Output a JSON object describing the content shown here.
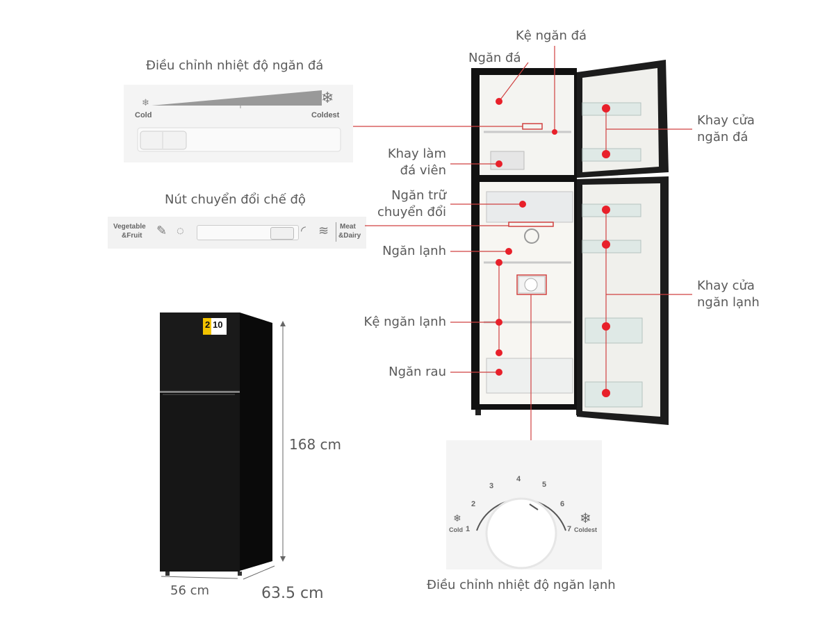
{
  "freezer_control": {
    "caption": "Điều chỉnh nhiệt độ ngăn đá",
    "cold_label": "Cold",
    "coldest_label": "Coldest"
  },
  "mode_switch": {
    "caption": "Nút chuyển đổi chế độ",
    "left_label_1": "Vegetable",
    "left_label_2": "&Fruit",
    "right_label_1": "Meat",
    "right_label_2": "&Dairy"
  },
  "dimensions": {
    "height": "168 cm",
    "width": "56 cm",
    "depth": "63.5 cm"
  },
  "fridge_badge": {
    "star": "2",
    "number": "10"
  },
  "callouts": {
    "ke_ngan_da": "Kệ ngăn đá",
    "ngan_da": "Ngăn đá",
    "khay_lam_da_1": "Khay làm",
    "khay_lam_da_2": "đá viên",
    "ngan_tru_1": "Ngăn trữ",
    "ngan_tru_2": "chuyển đổi",
    "ngan_lanh": "Ngăn lạnh",
    "ke_ngan_lanh": "Kệ ngăn lạnh",
    "ngan_rau": "Ngăn rau",
    "khay_cua_da_1": "Khay cửa",
    "khay_cua_da_2": "ngăn đá",
    "khay_cua_lanh_1": "Khay cửa",
    "khay_cua_lanh_2": "ngăn lạnh"
  },
  "fridge_control": {
    "caption": "Điều chỉnh nhiệt độ ngăn lạnh",
    "dial_numbers": [
      "1",
      "2",
      "3",
      "4",
      "5",
      "6",
      "7"
    ],
    "cold_label": "Cold",
    "coldest_label": "Coldest"
  },
  "colors": {
    "accent_red": "#e8202a",
    "fridge_black": "#141414",
    "line": "#d04040"
  }
}
